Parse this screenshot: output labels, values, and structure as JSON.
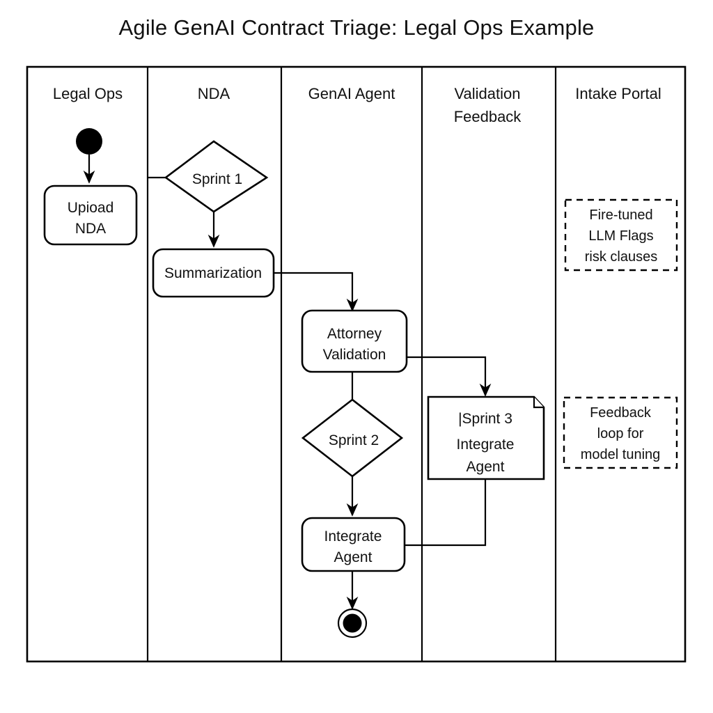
{
  "diagram": {
    "title": "Agile GenAI Contract Triage: Legal Ops Example",
    "type": "uml-activity-swimlane",
    "colors": {
      "stroke": "#000000",
      "background": "#ffffff",
      "text": "#111111"
    },
    "lanes": [
      {
        "id": "legal-ops",
        "label": "Legal Ops"
      },
      {
        "id": "nda",
        "label": "NDA"
      },
      {
        "id": "genai-agent",
        "label": "GenAI Agent"
      },
      {
        "id": "validation-feedback",
        "label_line1": "Validation",
        "label_line2": "Feedback"
      },
      {
        "id": "intake-portal",
        "label": "Intake Portal"
      }
    ],
    "nodes": {
      "start": {
        "shape": "initial-node",
        "lane": "legal-ops",
        "label": ""
      },
      "upload_nda": {
        "shape": "rounded-rect",
        "lane": "legal-ops",
        "line1": "Upioad",
        "line2": "NDA"
      },
      "sprint1": {
        "shape": "diamond",
        "lane": "nda",
        "label": "Sprint 1"
      },
      "summarization": {
        "shape": "rounded-rect",
        "lane": "nda",
        "label": "Summarization"
      },
      "attorney_validation": {
        "shape": "rounded-rect",
        "lane": "genai-agent",
        "line1": "Attorney",
        "line2": "Validation"
      },
      "sprint2": {
        "shape": "diamond",
        "lane": "genai-agent",
        "label": "Sprint 2"
      },
      "integrate_agent": {
        "shape": "rounded-rect",
        "lane": "genai-agent",
        "line1": "Integrate",
        "line2": "Agent"
      },
      "end": {
        "shape": "final-node",
        "lane": "genai-agent",
        "label": ""
      },
      "sprint3_note": {
        "shape": "note-folded-corner",
        "lane": "validation-feedback",
        "line1": "|Sprint 3",
        "line2": "Integrate",
        "line3": "Agent"
      },
      "note_llm": {
        "shape": "dashed-rect",
        "lane": "intake-portal",
        "line1": "Fire-tuned",
        "line2": "LLM Flags",
        "line3": "risk clauses"
      },
      "note_feedback": {
        "shape": "dashed-rect",
        "lane": "intake-portal",
        "line1": "Feedback",
        "line2": "loop for",
        "line3": "model tuning"
      }
    },
    "edges": [
      {
        "from": "start",
        "to": "upload_nda",
        "arrow": true
      },
      {
        "from": "sprint1",
        "to": "summarization",
        "arrow": true
      },
      {
        "from": "summarization",
        "to": "attorney_validation",
        "arrow": true
      },
      {
        "from": "attorney_validation",
        "to": "sprint2",
        "arrow": false
      },
      {
        "from": "attorney_validation",
        "to": "sprint3_note",
        "arrow": true
      },
      {
        "from": "sprint2",
        "to": "integrate_agent",
        "arrow": true
      },
      {
        "from": "sprint3_note",
        "to": "integrate_agent",
        "arrow": false
      },
      {
        "from": "integrate_agent",
        "to": "end",
        "arrow": true
      }
    ]
  }
}
